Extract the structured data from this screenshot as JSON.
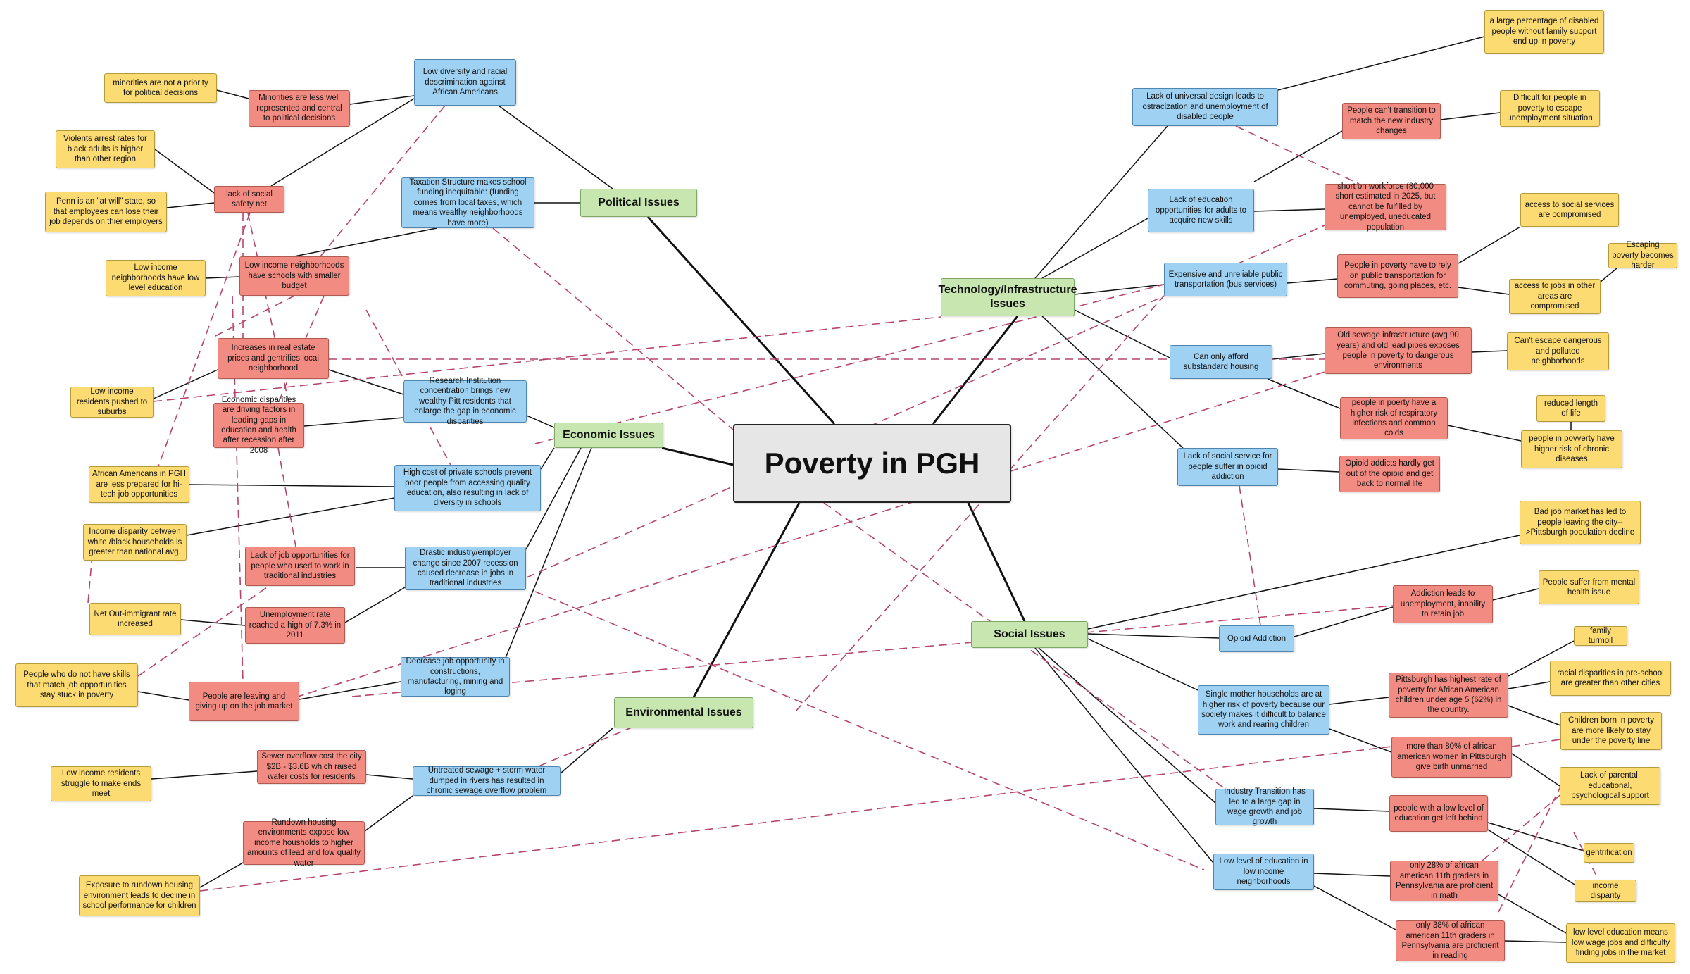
{
  "title": "Poverty in PGH",
  "colors": {
    "red": "#f28b82",
    "blue": "#9fd1f2",
    "yellow": "#fcdc72",
    "green": "#c8e6b0",
    "center": "#e6e6e6",
    "dashed_link": "#b5456d",
    "solid_link": "#111111"
  },
  "categories": {
    "political": "Political Issues",
    "economic": "Economic Issues",
    "environmental": "Environmental Issues",
    "technology": "Technology/Infrastructure Issues",
    "social": "Social Issues"
  },
  "nodes": {
    "pol_diversity": "Low diversity and racial descrimination against African Americans",
    "pol_minorities_rep": "Minorities are less well represented and central to political decisions",
    "pol_minorities_priority": "minorities are not a priority for political decisions",
    "pol_safety_net": "lack of social safety net",
    "pol_arrest": "Violents arrest rates for black adults is higher than other region",
    "pol_atwill": "Penn is an \"at will\" state, so that employees can lose their job depends on thier employers",
    "pol_tax": "Taxation Structure makes school funding inequitable: (funding comes from local taxes, which means wealthy neighborhoods have more)",
    "pol_lowinc_schools": "Low income neighborhoods have schools with smaller budget",
    "pol_lowinc_edu": "Low income neighborhoods have low level education",
    "eco_realestate": "Increases in real estate prices and gentrifies local neighborhood",
    "eco_suburbs": "Low income residents pushed to suburbs",
    "eco_research": "Research Institution concentration brings new wealthy Pitt residents that enlarge the gap in economic disparities",
    "eco_disparities": "Economic disparities are driving factors in leading gaps in education and health after recession after 2008",
    "eco_private": "High cost of private schools prevent poor people from accessing quality education, also resulting in lack of diversity in schools",
    "eco_afam_hitech": "African Americans in PGH are less prepared for hi-tech job opportunities",
    "eco_income_disp": "Income disparity between white /black households is greater than national avg.",
    "eco_drastic": "Drastic industry/employer change since 2007 recession caused decrease in jobs in traditional industries",
    "eco_lack_jobs": "Lack of job opportunities for people who used to work in traditional industries",
    "eco_unemp": "Unemployment rate reached a high of 7.3% in 2011",
    "eco_outimm": "Net Out-immigrant rate increased",
    "eco_noskills": "People who do not have skills that match job opportunities stay stuck in poverty",
    "eco_leaving": "People are leaving and giving up on the job market",
    "eco_decrease": "Decrease job opportunity in constructions, manufacturing, mining and loging",
    "env_sewage": "Untreated sewage + storm water dumped in rivers has resulted in chronic sewage overflow problem",
    "env_sewer_cost": "Sewer overflow cost the city $2B - $3.6B which raised water costs for residents",
    "env_struggle": "Low income residents struggle to make ends meet",
    "env_rundown": "Rundown housing environments expose low income housholds to higher amounts of lead and low quality water",
    "env_exposure": "Exposure to rundown housing environment leads to decline in school performance for children",
    "tech_universal": "Lack of universal design leads to ostracization and unemployment of disabled people",
    "tech_disabled_pct": "a large percentage of disabled people without family support end up in poverty",
    "tech_cant_transition": "People can't transition to match the new industry changes",
    "tech_difficult": "Difficult for people in poverty to escape unemployment situation",
    "tech_lack_edu": "Lack of education opportunities for adults to acquire new skills",
    "tech_shortage": "short on workforce (80,000 short estimated in 2025, but cannot be fulfilled by unemployed, uneducated population",
    "tech_access_social": "access to social services are compromised",
    "tech_escaping": "Escaping poverty becomes harder",
    "tech_transport": "Expensive and unreliable public transportation (bus services)",
    "tech_rely_transport": "People in poverty have to rely on public transportation for commuting, going places, etc.",
    "tech_access_jobs": "access to jobs in other areas are compromised",
    "tech_housing": "Can only afford substandard housing",
    "tech_old_sewage": "Old sewage infrastructure (avg 90 years) and old lead pipes exposes people in poverty to dangerous environments",
    "tech_cant_escape": "Can't escape dangerous and polluted neighborhoods",
    "tech_respiratory": "people in poerty have a higher risk of respiratory infections and common colds",
    "tech_reduced": "reduced length of life",
    "tech_chronic": "people in povverty have higher risk of chronic diseases",
    "tech_social_service": "Lack of social service for people suffer in opioid addiction",
    "tech_opioid_addicts": "Opioid addicts hardly get out of the opioid and get back to normal life",
    "soc_bad_job": "Bad job market has led to people leaving the city-->Pittsburgh population decline",
    "soc_addiction": "Addiction leads to unemployment, inability to retain job",
    "soc_mental": "People suffer from  mental health issue",
    "soc_opioid": "Opioid Addiction",
    "soc_family": "family turmoil",
    "soc_highest_rate": "Pittsburgh has highest rate of poverty for African American children under age 5 (62%) in the country.",
    "soc_racial": "racial disparities in pre-school are greater than other cities",
    "soc_single_mother": "Single mother households are at higher risk of poverty because our society makes it difficult to balance work and rearing children",
    "soc_children_born": "Children born in poverty are more likely to stay under the poverty line",
    "soc_80pct_pre": "more than 80% of african american women in Pittsburgh give birth ",
    "soc_80pct_u": "unmarried",
    "soc_lack_parental": "Lack of parental, educational, psychological support",
    "soc_industry": "Industry Transition has led to a large gap in wage growth and job growth",
    "soc_low_edu_left": "people with a low level of education get left behind",
    "soc_gentrification": "gentrification",
    "soc_28pct": "only 28% of african american 11th graders in Pennsylvania are proficient in math",
    "soc_income_disp": "income disparity",
    "soc_low_edu_neigh": "Low level of education in low income neighborhoods",
    "soc_38pct": "only 38% of african american 11th graders in Pennsylvania are proficient in reading",
    "soc_low_wage": "low level education means low wage jobs and difficulty finding jobs in the market"
  }
}
